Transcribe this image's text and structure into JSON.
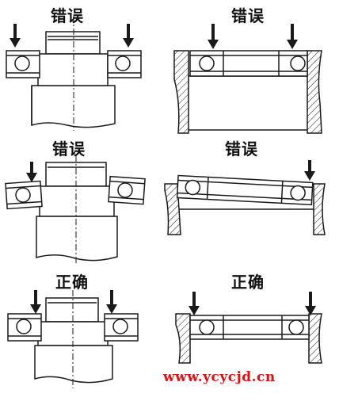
{
  "panels": [
    {
      "id": "top-left",
      "label": "错误",
      "row": 1,
      "mount": "shaft"
    },
    {
      "id": "top-right",
      "label": "错误",
      "row": 1,
      "mount": "housing"
    },
    {
      "id": "mid-left",
      "label": "错误",
      "row": 2,
      "mount": "shaft"
    },
    {
      "id": "mid-right",
      "label": "错误",
      "row": 2,
      "mount": "housing"
    },
    {
      "id": "bottom-left",
      "label": "正确",
      "row": 3,
      "mount": "shaft"
    },
    {
      "id": "bottom-right",
      "label": "正确",
      "row": 3,
      "mount": "housing"
    }
  ],
  "watermark": "www.ycycjd.cn",
  "colors": {
    "line": "#1a1a1a",
    "fill": "#ffffff",
    "watermark": "#e01010"
  }
}
